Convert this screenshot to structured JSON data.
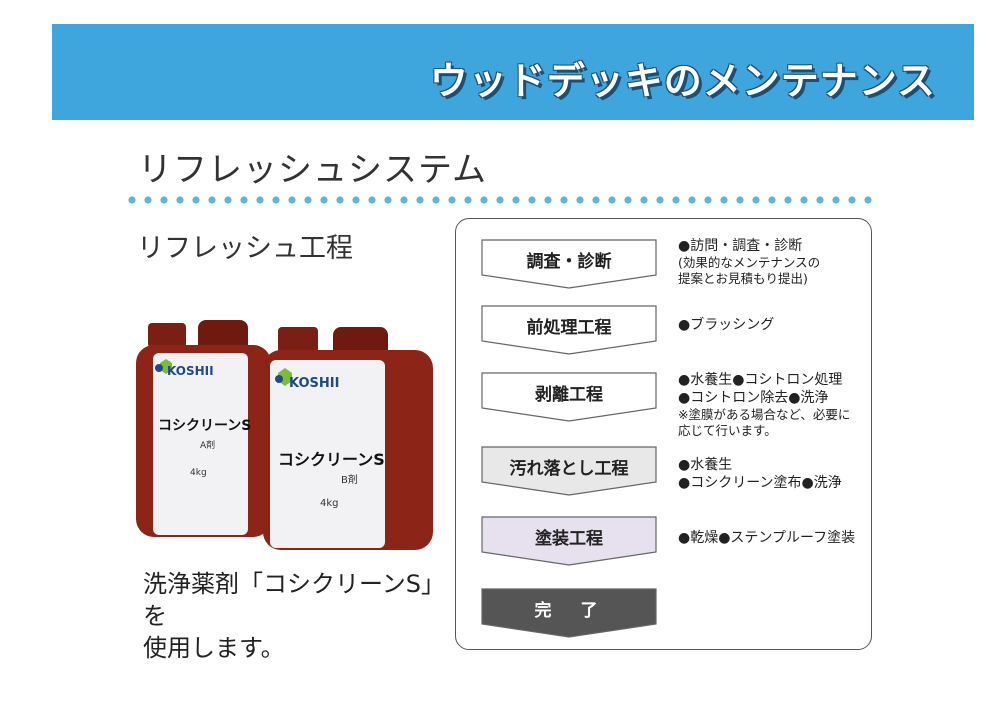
{
  "header": {
    "title": "ウッドデッキのメンテナンス"
  },
  "section": {
    "title": "リフレッシュシステム",
    "subtitle": "リフレッシュ工程",
    "caption_line1": "洗浄薬剤「コシクリーンS」を",
    "caption_line2": "使用します。"
  },
  "product": {
    "brand": "KOSHII",
    "name": "コシクリーンS",
    "bottle_a_type": "A剤",
    "bottle_b_type": "B剤",
    "weight": "4kg",
    "bottle_color": "#8c2418"
  },
  "process": {
    "steps": [
      {
        "label": "調査・診断",
        "style": "white",
        "desc": [
          "●訪問・調査・診断",
          " (効果的なメンテナンスの",
          " 提案とお見積もり提出)"
        ]
      },
      {
        "label": "前処理工程",
        "style": "white",
        "desc": [
          "●ブラッシング"
        ]
      },
      {
        "label": "剥離工程",
        "style": "white",
        "desc": [
          "●水養生●コシトロン処理",
          "●コシトロン除去●洗浄",
          "※塗膜がある場合など、必要に",
          "応じて行います。"
        ]
      },
      {
        "label": "汚れ落とし工程",
        "style": "gray",
        "desc": [
          "●水養生",
          "●コシクリーン塗布●洗浄"
        ]
      },
      {
        "label": "塗装工程",
        "style": "lavender",
        "desc": [
          "●乾燥●ステンプルーフ塗装"
        ]
      },
      {
        "label": "完　了",
        "style": "dark",
        "desc": []
      }
    ]
  },
  "colors": {
    "header_band": "#3ea6dc",
    "dots": "#5bb6e4",
    "step_gray": "#e8e8e8",
    "step_lavender": "#e6e0ef",
    "step_dark": "#555555"
  }
}
